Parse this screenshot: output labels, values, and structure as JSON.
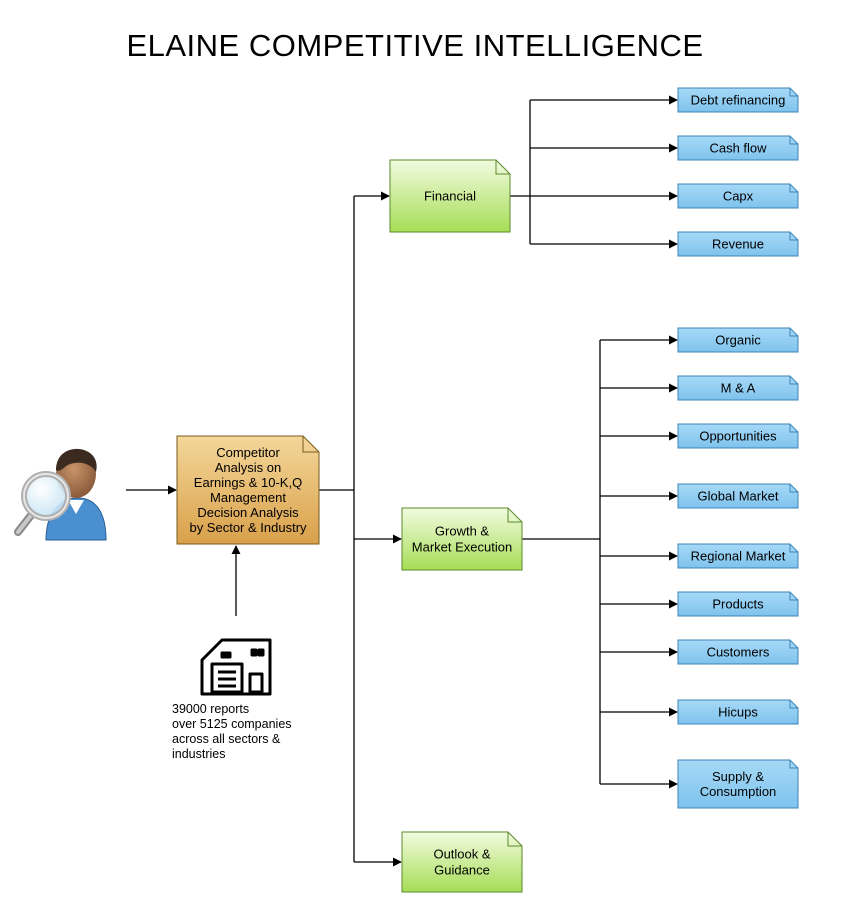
{
  "title": "ELAINE COMPETITIVE INTELLIGENCE",
  "center": {
    "lines": [
      "Competitor",
      "Analysis on",
      "Earnings & 10-K,Q",
      "Management",
      "Decision Analysis",
      "by Sector & Industry"
    ]
  },
  "branches": [
    {
      "lines": [
        "Financial"
      ],
      "leaves": [
        {
          "lines": [
            "Debt refinancing"
          ]
        },
        {
          "lines": [
            "Cash flow"
          ]
        },
        {
          "lines": [
            "Capx"
          ]
        },
        {
          "lines": [
            "Revenue"
          ]
        }
      ]
    },
    {
      "lines": [
        "Growth &",
        "Market Execution"
      ],
      "leaves": [
        {
          "lines": [
            "Organic"
          ]
        },
        {
          "lines": [
            "M & A"
          ]
        },
        {
          "lines": [
            "Opportunities"
          ]
        },
        {
          "lines": [
            "Global Market"
          ]
        },
        {
          "lines": [
            "Regional Market"
          ]
        },
        {
          "lines": [
            "Products"
          ]
        },
        {
          "lines": [
            "Customers"
          ]
        },
        {
          "lines": [
            "Hicups"
          ]
        },
        {
          "lines": [
            "Supply &",
            "Consumption"
          ]
        }
      ]
    },
    {
      "lines": [
        "Outlook &",
        "Guidance"
      ],
      "leaves": []
    }
  ],
  "source_note": {
    "lines": [
      "39000 reports",
      "over 5125 companies",
      "across all sectors &",
      "industries"
    ]
  },
  "icons": {
    "user": "user-magnifier-icon",
    "source": "factory-building-icon"
  },
  "colors": {
    "center_fill_top": "#f4d79a",
    "center_fill_bottom": "#d9a04a",
    "branch_fill_top": "#f2fbe0",
    "branch_fill_bottom": "#a6dd55",
    "leaf_fill": "#8fcdf2",
    "leaf_stroke": "#3c84b8",
    "line": "#000000"
  }
}
